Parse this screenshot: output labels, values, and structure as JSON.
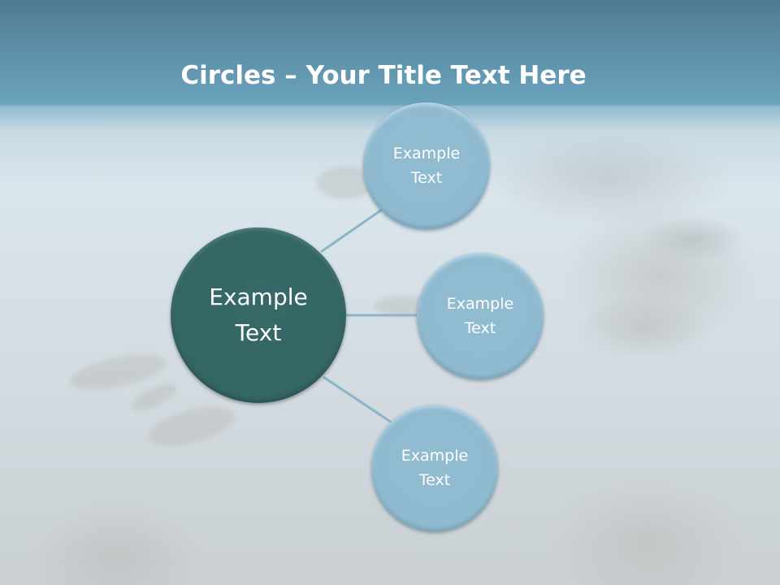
{
  "slide": {
    "title": {
      "bold_part": "Circles",
      "rest": " – Your Title Text Here"
    },
    "colors": {
      "center_circle": "#346664",
      "satellite_circle": "#8fbacf",
      "connector": "#8ab5c9",
      "title_text": "#ffffff",
      "sky_top": "#4f7a8f"
    },
    "diagram": {
      "center": {
        "line1": "Example",
        "line2": "Text"
      },
      "satellites": [
        {
          "position": "top",
          "line1": "Example",
          "line2": "Text"
        },
        {
          "position": "middle",
          "line1": "Example",
          "line2": "Text"
        },
        {
          "position": "bottom",
          "line1": "Example",
          "line2": "Text"
        }
      ]
    }
  }
}
